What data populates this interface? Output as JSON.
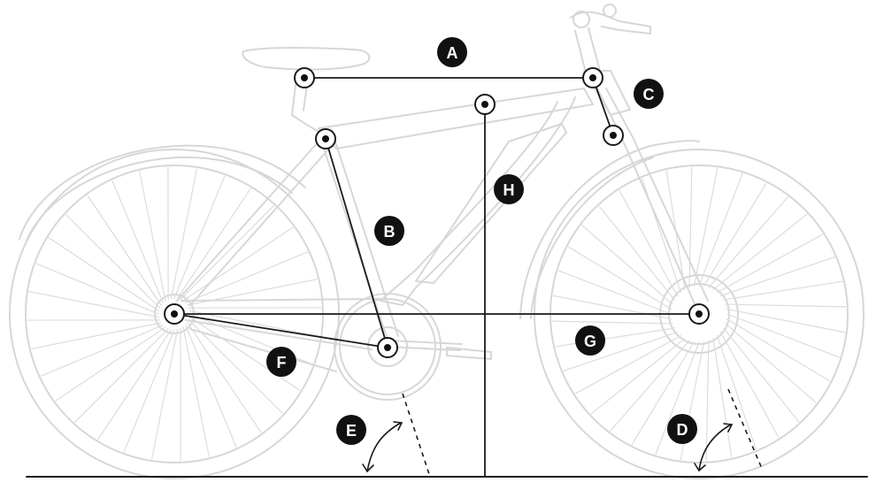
{
  "diagram": {
    "labels": [
      "A",
      "B",
      "C",
      "D",
      "E",
      "F",
      "G",
      "H"
    ],
    "colors": {
      "line": "#1a1a1a",
      "bike_outline": "#d7d7d7",
      "label_fill": "#111111",
      "label_text": "#ffffff"
    }
  }
}
